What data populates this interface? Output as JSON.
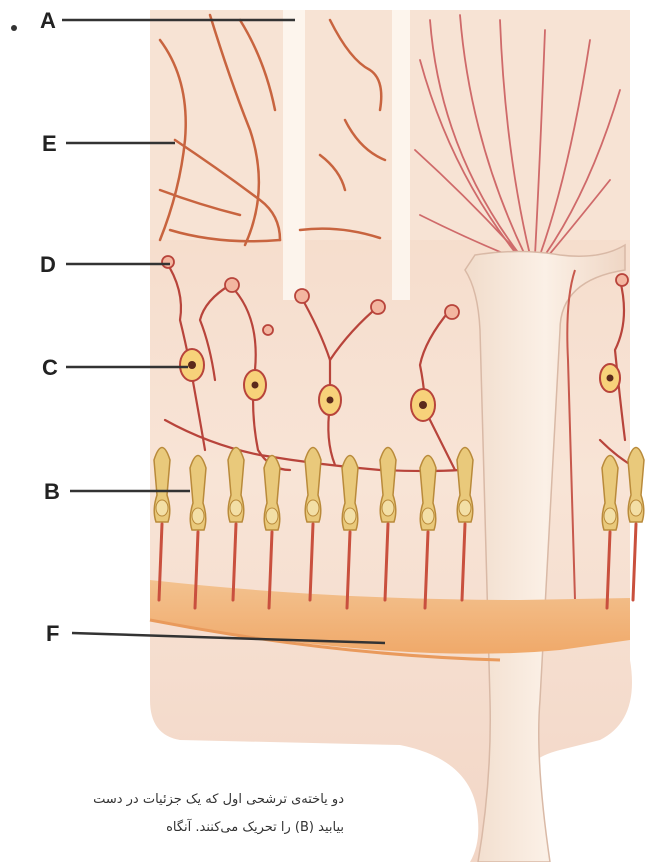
{
  "labels": {
    "a": "A",
    "b": "B",
    "c": "C",
    "d": "D",
    "e": "E",
    "f": "F"
  },
  "caption": {
    "line1": "دو یاخته‌ی ترشحی اول که یک جزئیات در دست",
    "line2": "بیابید (B) را تحریک می‌کنند. آنگاه"
  },
  "colors": {
    "background_tissue": "#f6dfcf",
    "nerve_fibers": "#c8443a",
    "photoreceptors": "#d9b15c",
    "pigment_layer": "#f1b77c",
    "optic_nerve": "#f7e6d6",
    "leader_lines": "#333333"
  }
}
